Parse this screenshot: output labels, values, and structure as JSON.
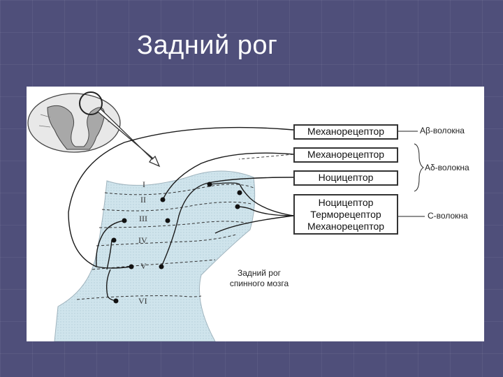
{
  "title": "Задний рог",
  "receptors": {
    "box1": "Механорецептор",
    "box2": "Механорецептор",
    "box3": "Ноцицептор",
    "box4": [
      "Ноцицептор",
      "Терморецептор",
      "Механорецептор"
    ]
  },
  "fibers": {
    "a_beta": "Aβ-волокна",
    "a_delta": "Aδ-волокна",
    "c": "С-волокна"
  },
  "laminae": [
    "I",
    "II",
    "III",
    "IV",
    "V",
    "VI"
  ],
  "horn_caption": [
    "Задний рог",
    "спинного мозга"
  ]
}
